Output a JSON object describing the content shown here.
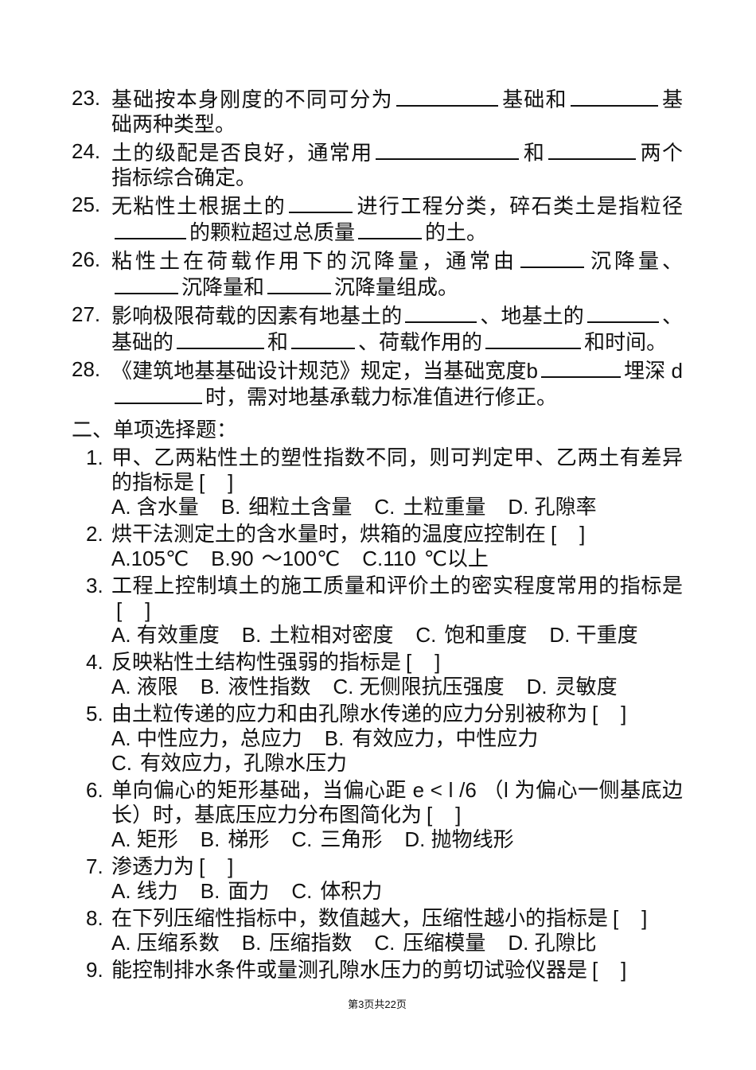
{
  "fill": {
    "q23": {
      "num": "23.",
      "a": "基础按本身刚度的不同可分为",
      "b": "基础和",
      "c": "基础两种类型。"
    },
    "q24": {
      "num": "24.",
      "a": "土的级配是否良好，通常用",
      "b": "和",
      "c": "两个指标综合确定。"
    },
    "q25": {
      "num": "25.",
      "a": "无粘性土根据土的",
      "b": "进行工程分类，碎石类土",
      "c": "是指粒径",
      "d": "的颗粒超过总质量",
      "e": "的土。"
    },
    "q26": {
      "num": "26.",
      "a": "粘性土在荷载作用下的沉降量，通常由",
      "b": "沉降",
      "c": "量、",
      "d": "沉降量和",
      "e": "沉降量组成。"
    },
    "q27": {
      "num": "27.",
      "a": "影响极限荷载的因素有地基土的",
      "b": "地基土的",
      "c": "、",
      "d": "基",
      "e": "础的",
      "f": "和",
      "g": "、荷载作用的",
      "h": "、",
      "i": "和",
      "j": "时间。"
    },
    "q28": {
      "num": "28.",
      "a": "《建筑地基基础设计规范》规定，当基础宽度",
      "b": "b",
      "c": "埋深 d",
      "d": "时，需对地基承载力标准",
      "e": "值进行修正。"
    }
  },
  "section2": {
    "title": "二、单项选择题：",
    "bracket": "[    ]"
  },
  "mc": {
    "q1": {
      "num": "1.",
      "a": "甲、乙两粘性土的塑性指数不同，则可判定甲、乙",
      "b": "两土有差异的指标是",
      "A": "A. 含水量",
      "B": "B.",
      "Bt": "细粒土含量",
      "C": "C.",
      "Ct": "土粒重量",
      "D": "D. 孔隙率"
    },
    "q2": {
      "num": "2.",
      "a": "烘干法测定土的含水量时，烘箱的温度应控制在",
      "A": "A.105℃",
      "B": "B.90",
      "Bt": "～100℃",
      "C": "C.110",
      "Ct": "℃以上"
    },
    "q3": {
      "num": "3.",
      "a": "工程上控制填土的施工质量和评价土的密实程度常",
      "b": "用的指标是",
      "A": "A. 有效重度",
      "B": "B.",
      "Bt": "土粒相对密度",
      "C": "C.",
      "Ct": "饱和重度",
      "D": "D. 干重度"
    },
    "q4": {
      "num": "4.",
      "a": "反映粘性土结构性强弱的指标是",
      "A": "A. 液限",
      "B": "B.",
      "Bt": "液性指数",
      "C": "C. 无侧限抗压强度",
      "D": "D.",
      "Dt": "灵敏度"
    },
    "q5": {
      "num": "5.",
      "a": "由土粒传递的应力和由孔隙水传递的应力分别被称",
      "b": "为",
      "A": "A. 中性应力，总应力",
      "B": "B.",
      "Bt": "有效应力，",
      "Bt2": "中性应力",
      "C": "C.",
      "Ct": "有效应力，孔隙水压力"
    },
    "q6": {
      "num": "6.",
      "a": "单向偏心的矩形基础，当偏心距 e < l /6 （l 为偏心一",
      "b": "侧基底边长）时，基底压应力分布图简化为",
      "A": "A. 矩形",
      "B": "B.",
      "Bt": "梯形",
      "C": "C.",
      "Ct": "三角形",
      "D": "D. 抛物线形"
    },
    "q7": {
      "num": "7.",
      "w1": "渗",
      "w2": "透",
      "w3": "力",
      "w4": "为",
      "A": "A. 线力",
      "B": "B.",
      "Bt": "面力",
      "C": "C.",
      "Ct": "体积力"
    },
    "q8": {
      "num": "8.",
      "a": "在下列压缩性指标中，数值越大，压缩性越小的指",
      "b": "标是",
      "A": "A. 压缩系数",
      "B": "B.",
      "Bt": "压缩指数",
      "C": "C.",
      "Ct": "压缩模量",
      "D": "D. 孔隙比"
    },
    "q9": {
      "num": "9.",
      "a": "能控制排水条件或量测孔隙水压力的剪切试验仪器",
      "b": "是"
    }
  },
  "footer": {
    "page": "第3页共22页"
  }
}
